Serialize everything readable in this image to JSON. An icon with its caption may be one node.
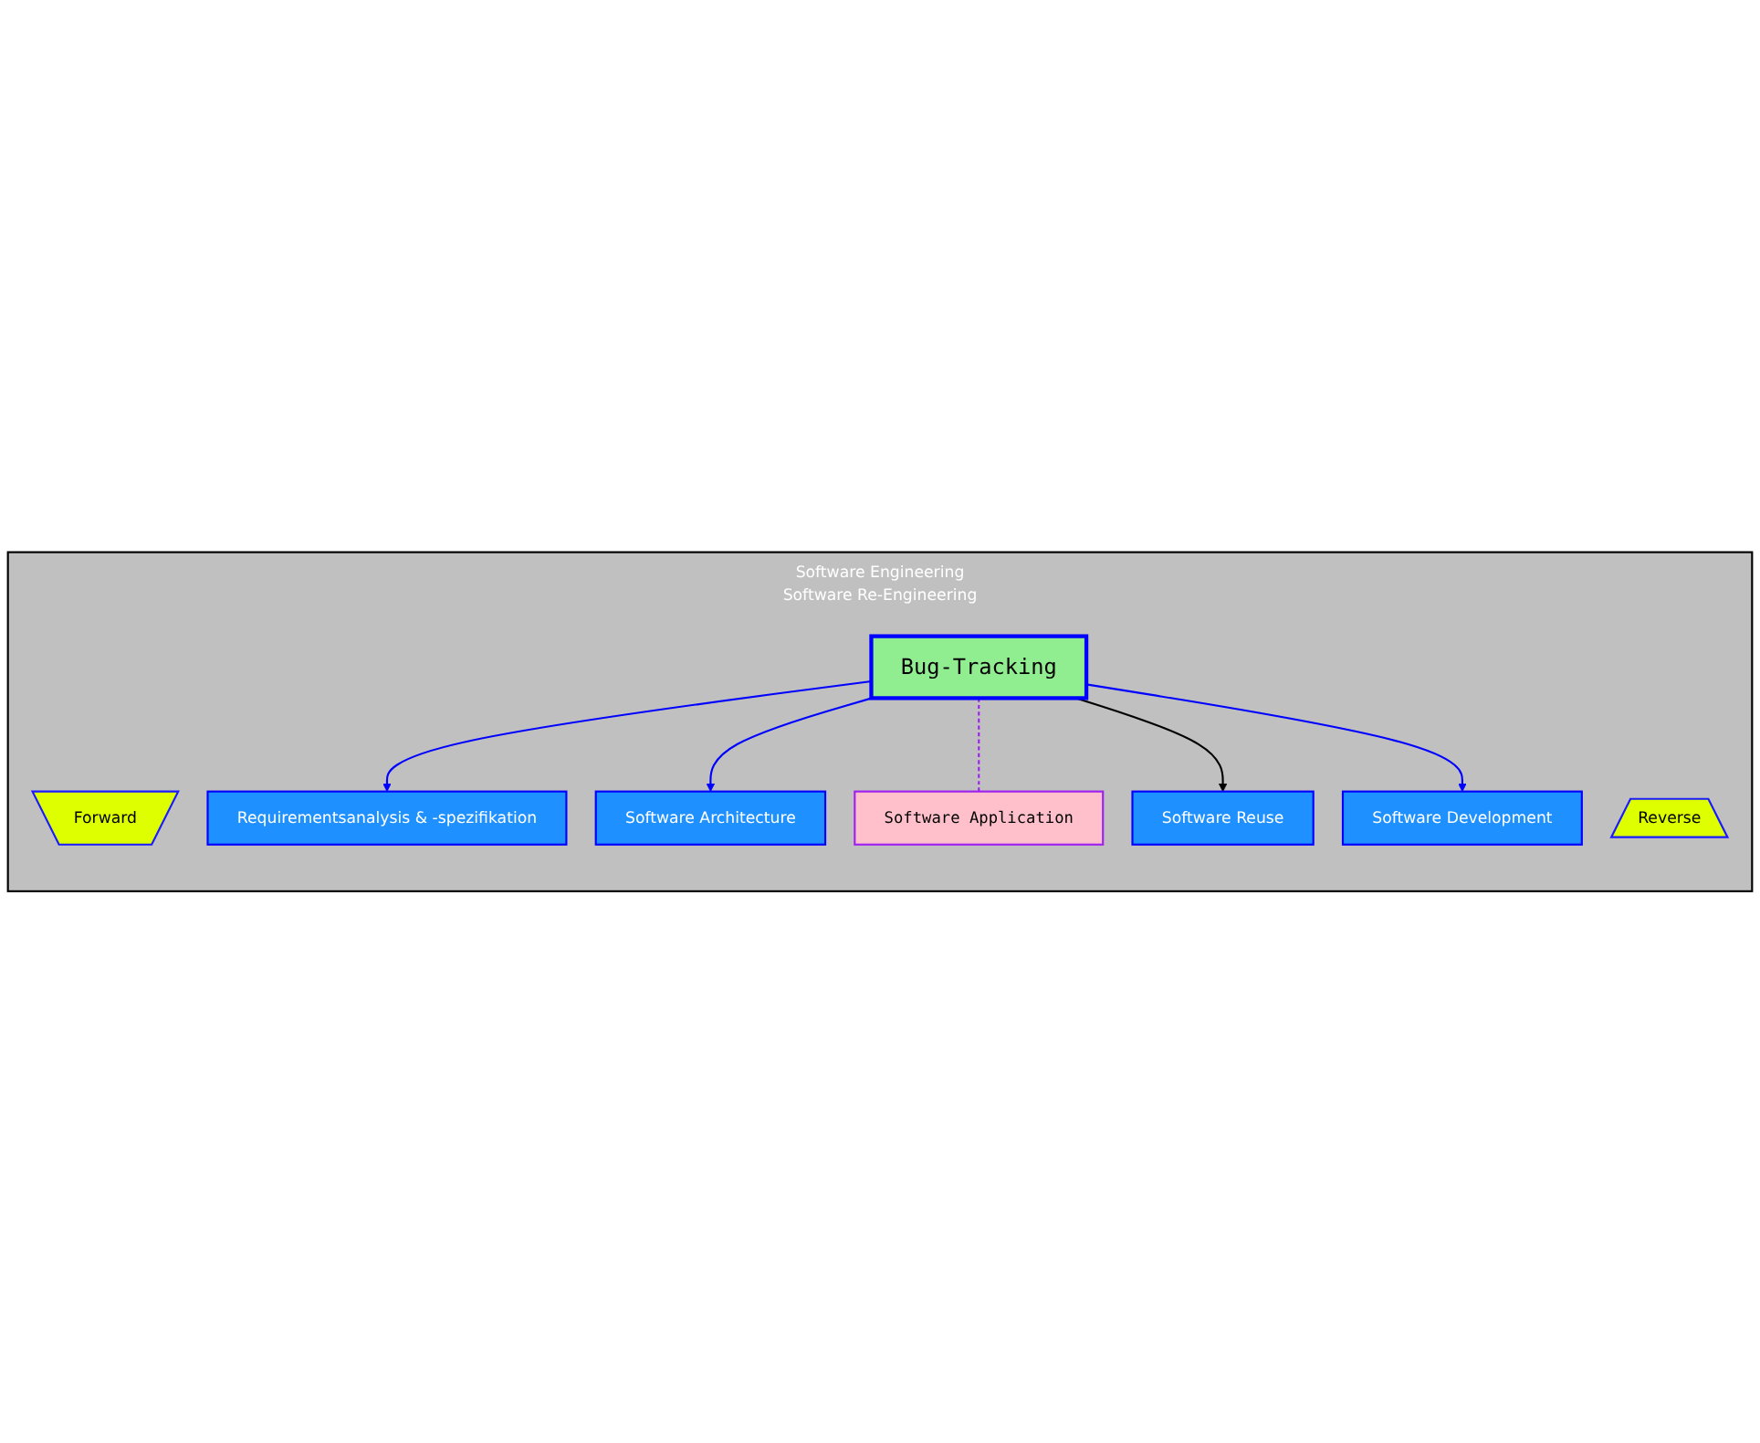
{
  "diagram": {
    "nodes": [
      {
        "text": [
          "Software Engineering",
          "Software Re-Engineering"
        ]
      },
      {
        "text": [
          "Forward"
        ],
        "in": 0
      },
      {
        "text": [
          "Requirementsanalysis & -spezifikation"
        ],
        "in": 0
      },
      {
        "text": [
          "Software Architecture"
        ],
        "in": 0
      },
      {
        "text": [
          "Reverse"
        ],
        "in": 0
      },
      {
        "text": [
          "Bug-Tracking"
        ],
        "in": 0
      },
      {
        "text": [
          "Software Application"
        ],
        "in": 0
      },
      {
        "text": [
          "Software Reuse"
        ],
        "in": 0
      },
      {
        "text": [
          "Software Development"
        ],
        "in": 0
      }
    ],
    "edges": [
      {
        "from": 5,
        "to": 2,
        "arrow": "to"
      },
      {
        "from": 5,
        "to": 3,
        "arrow": "to"
      },
      {
        "from": 5,
        "to": 6,
        "arrow": "none",
        "style": "dashed",
        "color": "#a020f0"
      },
      {
        "from": 5,
        "to": 7,
        "arrow": "to",
        "color": "#000000"
      },
      {
        "from": 5,
        "to": 8,
        "arrow": "to"
      }
    ]
  }
}
